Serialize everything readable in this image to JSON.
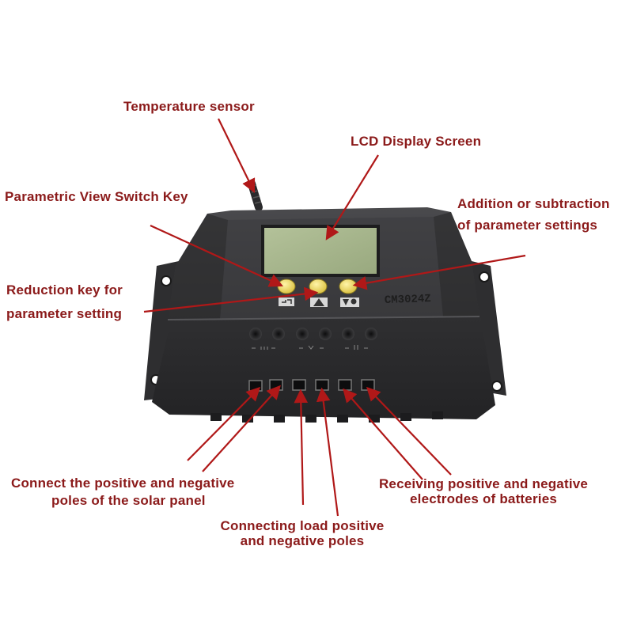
{
  "device": {
    "model_label": "CM3024Z",
    "key_symbols": [
      "menu-key-icon",
      "up-triangle-key-icon",
      "down-bulb-key-icon"
    ],
    "colors": {
      "body": "#3a3a3c",
      "body_dark": "#262628",
      "lcd": "#a9b88f",
      "key": "#e8d25a",
      "label_text": "#8b1a1a"
    }
  },
  "callouts": {
    "temperature_sensor": "Temperature sensor",
    "lcd_display": "LCD Display Screen",
    "view_switch_key": "Parametric View Switch Key",
    "addition_subtraction_line1": "Addition or subtraction",
    "addition_subtraction_line2": "of parameter settings",
    "reduction_key_line1": "Reduction key for",
    "reduction_key_line2": "parameter setting",
    "solar_panel_line1": "Connect the positive and negative",
    "solar_panel_line2": "poles of the solar panel",
    "batteries_line1": "Receiving positive and negative",
    "batteries_line2": "electrodes of batteries",
    "load_line1": "Connecting load positive",
    "load_line2": "and negative poles"
  }
}
